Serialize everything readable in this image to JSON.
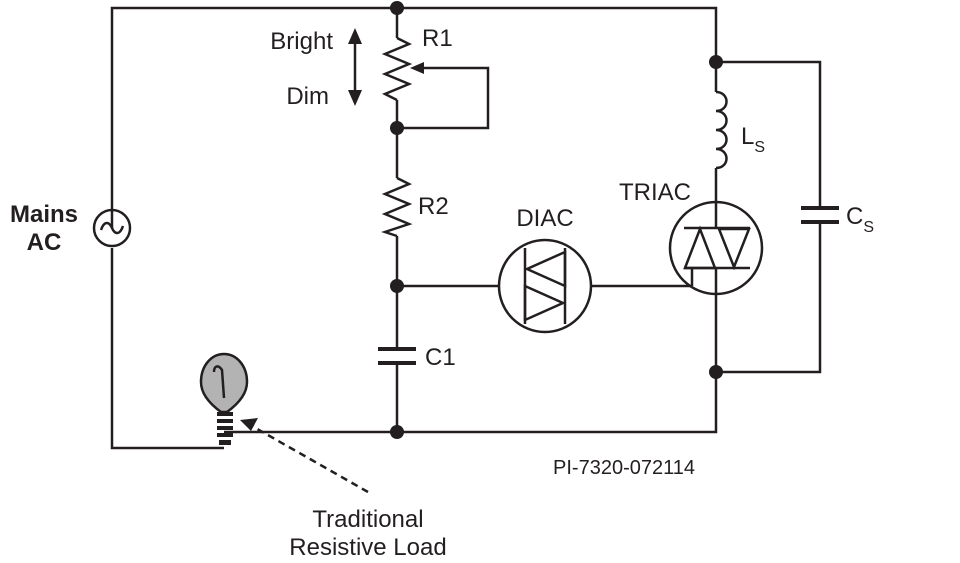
{
  "labels": {
    "bright": "Bright",
    "dim": "Dim",
    "r1": "R1",
    "r2": "R2",
    "c1": "C1",
    "diac": "DIAC",
    "triac": "TRIAC",
    "ls_main": "L",
    "ls_sub": "S",
    "cs_main": "C",
    "cs_sub": "S",
    "mains_line1": "Mains",
    "mains_line2": "AC",
    "drawing_id": "PI-7320-072114",
    "load_line1": "Traditional",
    "load_line2": "Resistive Load"
  },
  "colors": {
    "line": "#231f20",
    "bulb_fill": "#b3b3b3"
  }
}
